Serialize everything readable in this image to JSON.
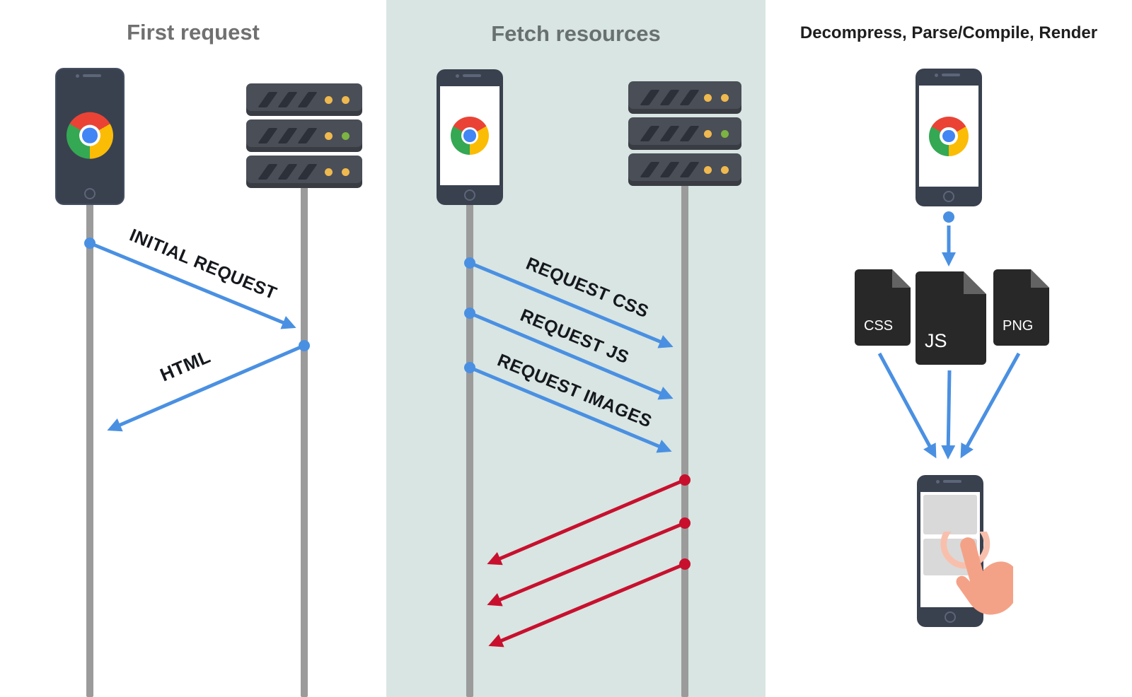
{
  "panels": {
    "first_request": {
      "title": "First request",
      "labels": {
        "initial_request": "INITIAL REQUEST",
        "html": "HTML"
      }
    },
    "fetch_resources": {
      "title": "Fetch resources",
      "labels": {
        "request_css": "REQUEST CSS",
        "request_js": "REQUEST JS",
        "request_images": "REQUEST IMAGES"
      }
    },
    "decompress": {
      "title": "Decompress, Parse/Compile, Render",
      "files": {
        "css": "CSS",
        "js": "JS",
        "png": "PNG"
      }
    }
  },
  "colors": {
    "middle_panel_bg": "#d8e5e2",
    "blue_arrow": "#4a90e2",
    "red_arrow": "#c8102e",
    "timeline_bar": "#9b9b9b",
    "device_body": "#39414f",
    "server_body": "#4a4e57",
    "file_icon": "#282828",
    "hand": "#f4a287",
    "led_yellow": "#efb94f",
    "led_green": "#7cb342",
    "chrome_red": "#ea4335",
    "chrome_yellow": "#fbbc05",
    "chrome_green": "#34a853",
    "chrome_blue": "#4285f4",
    "title_gray": "#707070",
    "title_dark": "#1e1e1e"
  },
  "icons": {
    "browser": "chrome-logo-icon",
    "client": "smartphone-icon",
    "server": "server-rack-icon",
    "resource": "file-document-icon",
    "interaction": "hand-tap-icon"
  }
}
